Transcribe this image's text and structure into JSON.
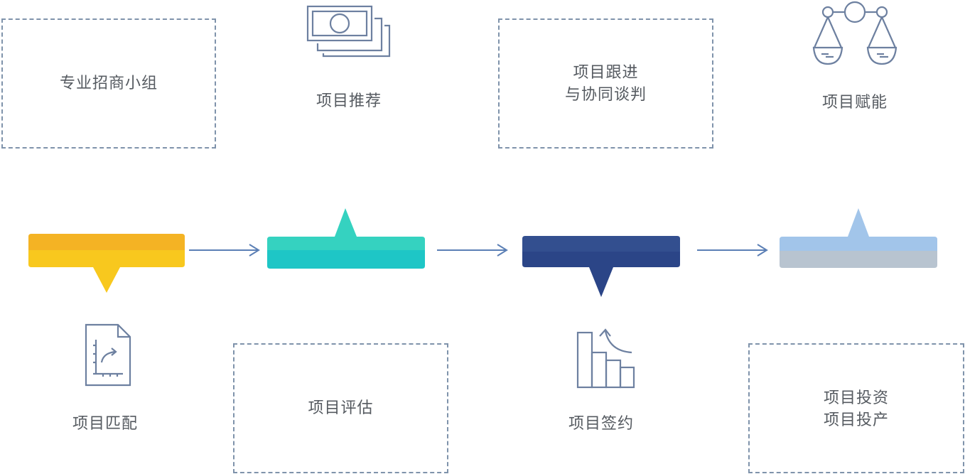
{
  "top": {
    "box1": {
      "text": "专业招商小组"
    },
    "step2": {
      "text": "项目推荐",
      "icon": "money-icon"
    },
    "box3": {
      "lines": [
        "项目跟进",
        "与协同谈判"
      ]
    },
    "step4": {
      "text": "项目赋能",
      "icon": "scale-icon"
    }
  },
  "bottom": {
    "step1": {
      "text": "项目匹配",
      "icon": "document-chart-icon"
    },
    "box2": {
      "text": "项目评估"
    },
    "step3": {
      "text": "项目签约",
      "icon": "bar-chart-down-icon"
    },
    "box4": {
      "lines": [
        "项目投资",
        "项目投产"
      ]
    }
  },
  "colors": {
    "stage1_top": "#f4b324",
    "stage1_bottom": "#f8c81e",
    "stage2_top": "#35d2c0",
    "stage2_bottom": "#1ec6c6",
    "stage3_top": "#334f8f",
    "stage3_bottom": "#2b4587",
    "stage4_top": "#a2c5ea",
    "stage4_bottom": "#b8c4d0",
    "arrow": "#5b7fb5",
    "dash": "#7f93ab",
    "icon": "#6d80a0"
  }
}
